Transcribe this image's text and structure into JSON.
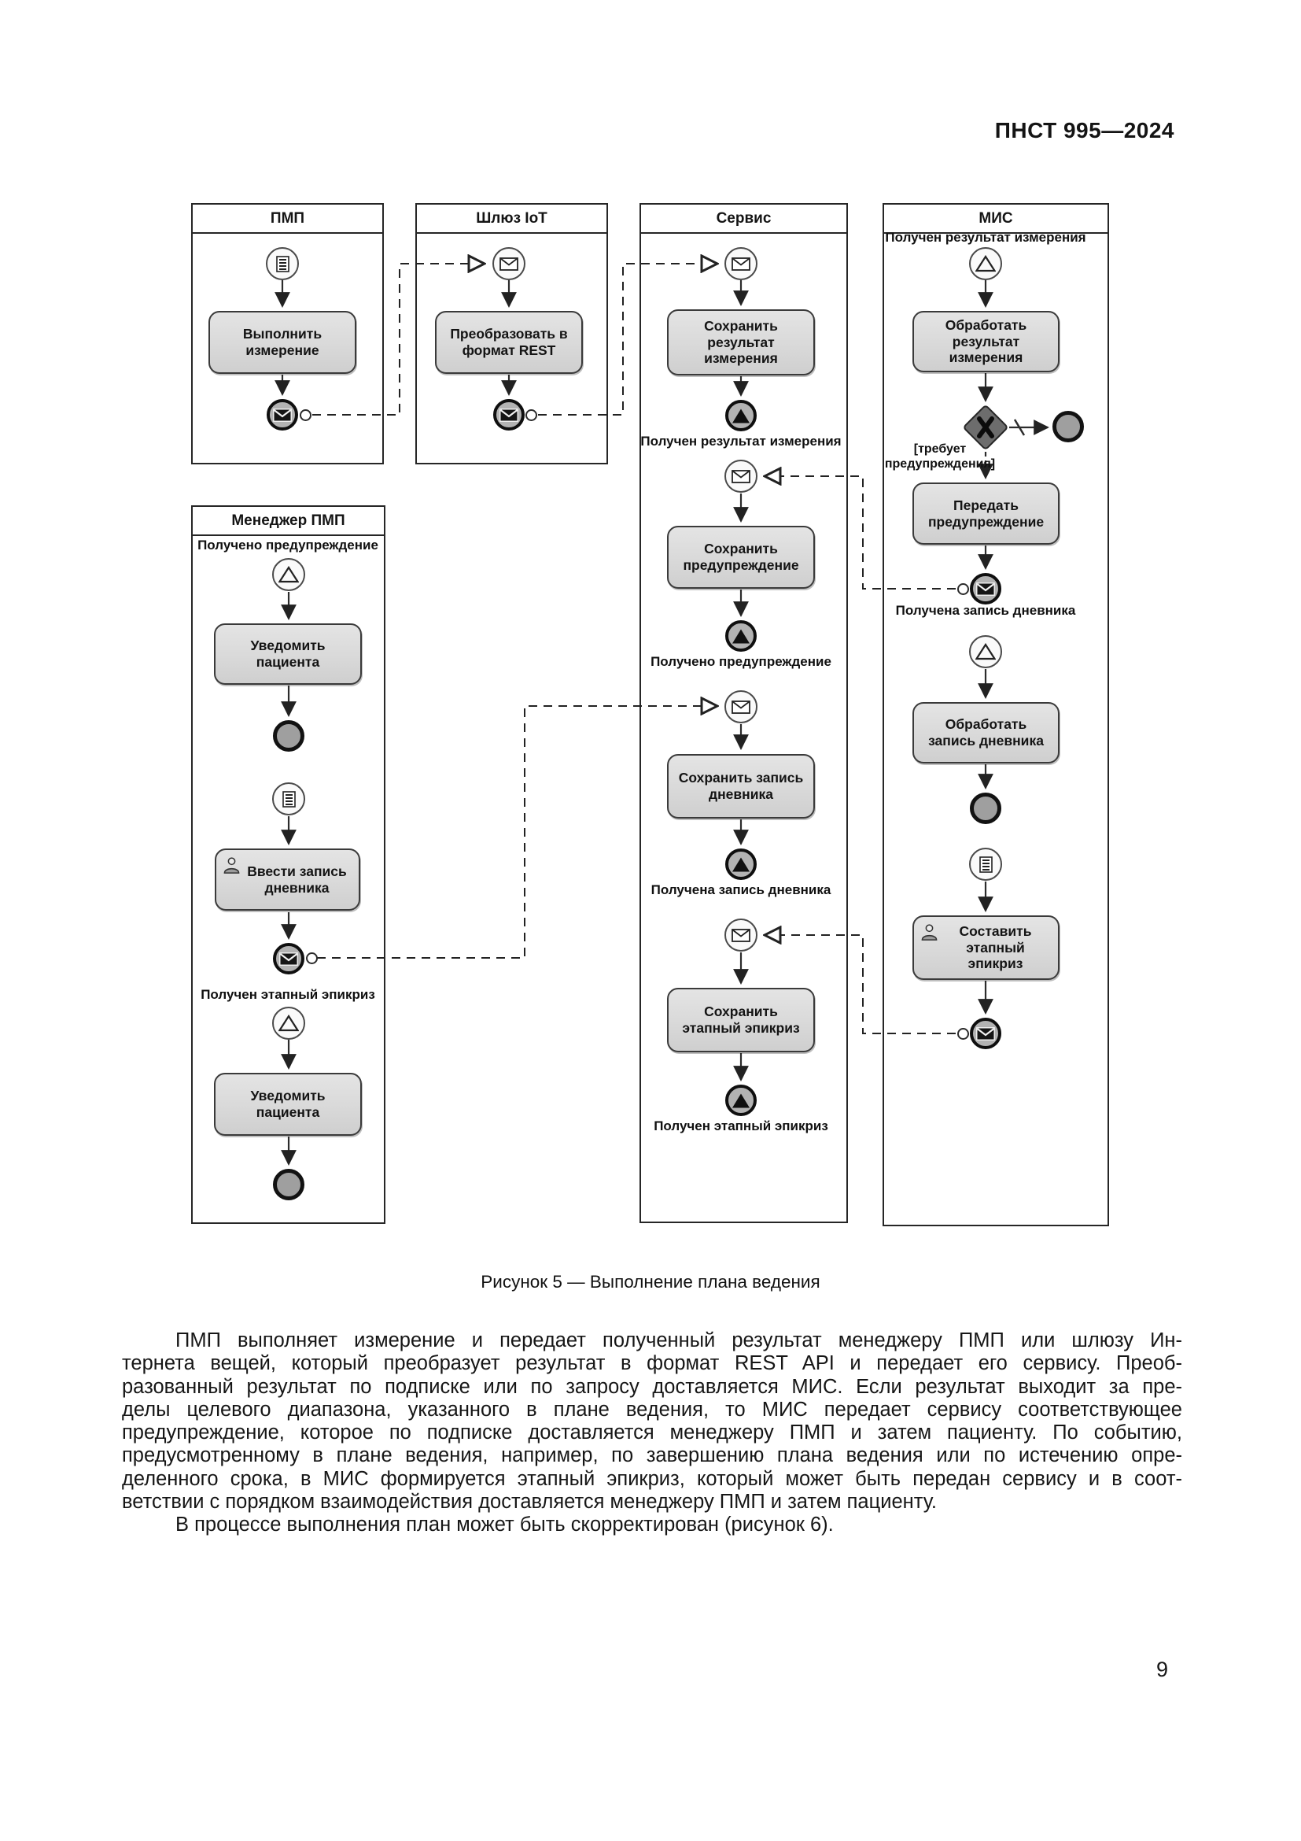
{
  "page": {
    "doc_code": "ПНСТ 995—2024",
    "figure_caption": "Рисунок 5 — Выполнение плана ведения",
    "page_number": "9",
    "body_lines": [
      "ПМП выполняет измерение и передает полученный результат менеджеру ПМП или шлюзу Ин-",
      "тернета вещей, который преобразует результат в формат REST API и передает его сервису. Преоб-",
      "разованный результат по подписке или по запросу доставляется МИС. Если результат выходит за пре-",
      "делы целевого диапазона, указанного в плане ведения, то МИС передает сервису соответствующее",
      "предупреждение, которое по подписке доставляется менеджеру ПМП и затем пациенту. По событию,",
      "предусмотренному в плане ведения, например, по завершению плана ведения или по истечению опре-",
      "деленного срока, в МИС формируется этапный эпикриз, который может быть передан сервису и в соот-",
      "ветствии с порядком взаимодействия доставляется менеджеру ПМП и затем пациенту.",
      "В процессе выполнения план может быть скорректирован (рисунок 6)."
    ]
  },
  "diagram": {
    "lanes": {
      "pmp": {
        "title": "ПМП",
        "task_measure": "Выполнить измерение"
      },
      "iot": {
        "title": "Шлюз IоТ",
        "task_convert": "Преобразовать в формат REST"
      },
      "service": {
        "title": "Сервис",
        "task_save_result": "Сохранить результат измерения",
        "label_result_received": "Получен результат измерения",
        "task_save_warning": "Сохранить предупреждение",
        "label_warning_received": "Получено предупреждение",
        "task_save_diary": "Сохранить запись дневника",
        "label_diary_received": "Получена запись дневника",
        "task_save_epicrisis": "Сохранить этапный эпикриз",
        "label_epicrisis_received": "Получен этапный эпикриз"
      },
      "mis": {
        "title": "МИС",
        "label_result_received": "Получен результат измерения",
        "task_process_result": "Обработать результат измерения",
        "gateway_condition": "[требует предупреждения]",
        "task_send_warning": "Передать предупреждение",
        "label_diary_received": "Получена запись дневника",
        "task_process_diary": "Обработать запись дневника",
        "task_compose_epicrisis": "Составить этапный эпикриз"
      },
      "manager": {
        "title": "Менеджер ПМП",
        "label_warning_received": "Получено предупреждение",
        "task_notify_patient_1": "Уведомить пациента",
        "task_enter_diary": "Ввести запись дневника",
        "label_epicrisis_received": "Получен этапный эпикриз",
        "task_notify_patient_2": "Уведомить пациента"
      }
    }
  }
}
